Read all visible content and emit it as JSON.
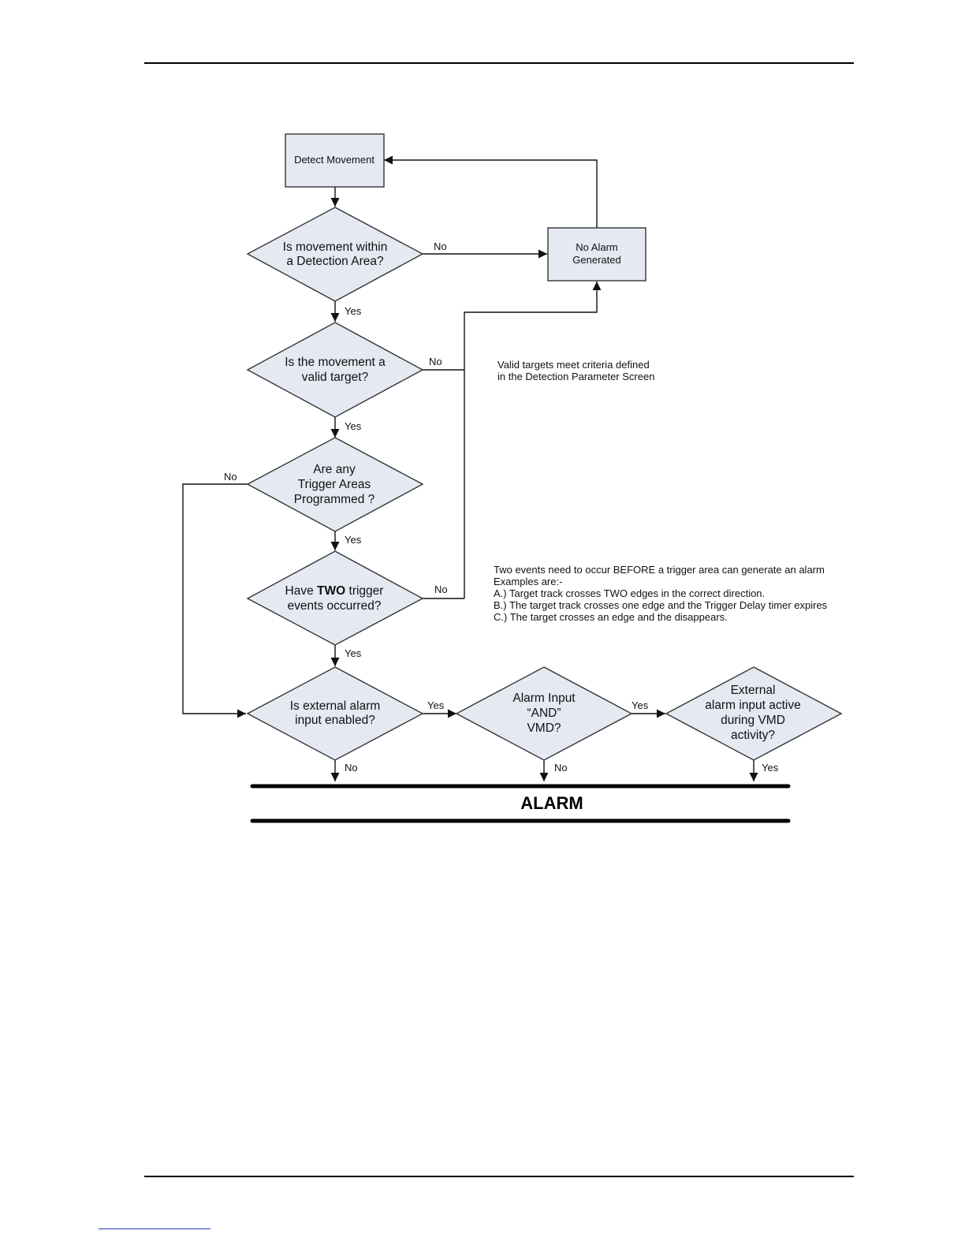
{
  "nodes": {
    "detect_movement": "Detect Movement",
    "no_alarm": [
      "No Alarm",
      "Generated"
    ],
    "q_detection_area": [
      "Is movement within",
      "a Detection Area?"
    ],
    "q_valid_target": [
      "Is the movement a",
      "valid target?"
    ],
    "q_trigger_areas": [
      "Are any",
      "Trigger Areas",
      "Programmed ?"
    ],
    "q_two_events": {
      "prefix": "Have ",
      "bold": "TWO",
      "suffix": " trigger",
      "line2": "events occurred?"
    },
    "q_external_enabled": [
      "Is external alarm",
      "input enabled?"
    ],
    "q_and_vmd": [
      "Alarm Input",
      "“AND”",
      "VMD?"
    ],
    "q_external_active": [
      "External",
      "alarm input active",
      "during VMD",
      "activity?"
    ],
    "alarm": "ALARM"
  },
  "edges": {
    "detection_area_no": "No",
    "detection_area_yes": "Yes",
    "valid_target_no": "No",
    "valid_target_yes": "Yes",
    "trigger_areas_no": "No",
    "trigger_areas_yes": "Yes",
    "two_events_no": "No",
    "two_events_yes": "Yes",
    "external_enabled_yes": "Yes",
    "external_enabled_no": "No",
    "and_vmd_yes": "Yes",
    "and_vmd_no": "No",
    "external_active_yes": "Yes"
  },
  "notes": {
    "valid_targets": [
      "Valid targets meet criteria defined",
      "in the Detection Parameter Screen"
    ],
    "trigger_events": [
      "Two events need to occur BEFORE a trigger area can generate an alarm",
      "Examples are:-",
      "A.) Target track crosses TWO edges in the correct direction.",
      "B.) The target track crosses one edge and the Trigger Delay timer expires",
      "C.) The target crosses an edge and the disappears."
    ]
  },
  "colors": {
    "shape_fill": "#e4e9f2",
    "line": "#111111"
  }
}
